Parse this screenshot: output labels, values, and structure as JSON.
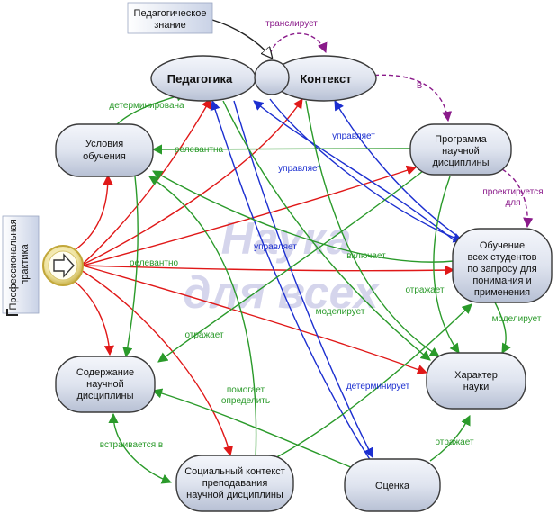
{
  "colors": {
    "red": "#e01818",
    "green": "#2a9a2a",
    "blue": "#1c2fd0",
    "purple": "#8a1a8a",
    "black": "#222222"
  },
  "watermark": [
    "Наука",
    "для всех"
  ],
  "notes": {
    "pedagogical_knowledge": [
      "Педагогическое",
      "знание"
    ],
    "professional_practice": [
      "Профессиональная",
      "практика"
    ]
  },
  "nodes": {
    "pedagogy": [
      "Педагогика"
    ],
    "context": [
      "Контекст"
    ],
    "conditions": [
      "Условия",
      "обучения"
    ],
    "program": [
      "Программа",
      "научной",
      "дисциплины"
    ],
    "learning": [
      "Обучение",
      "всех студентов",
      "по запросу для",
      "понимания и",
      "применения"
    ],
    "content": [
      "Содержание",
      "научной",
      "дисциплины"
    ],
    "nature": [
      "Характер",
      "науки"
    ],
    "social": [
      "Социальный контекст",
      "преподавания",
      "научной дисциплины"
    ],
    "assessment": [
      "Оценка"
    ]
  },
  "edge_labels": {
    "translates": "транслирует",
    "in": "в",
    "determined": "детерминирована",
    "relevant_a": "релевантна",
    "manages_a": "управляет",
    "manages_b": "управляет",
    "manages_c": "управляет",
    "designed_for": [
      "проектируется",
      "для"
    ],
    "relevant_b": "релевантно",
    "includes": "включает",
    "reflects_a": "отражает",
    "models_a": "моделирует",
    "models_b": "моделирует",
    "reflects_b": "отражает",
    "helps_define": [
      "помогает",
      "определить"
    ],
    "determines": "детерминирует",
    "embedded_in": "встраивается  в",
    "reflects_c": "отражает"
  }
}
